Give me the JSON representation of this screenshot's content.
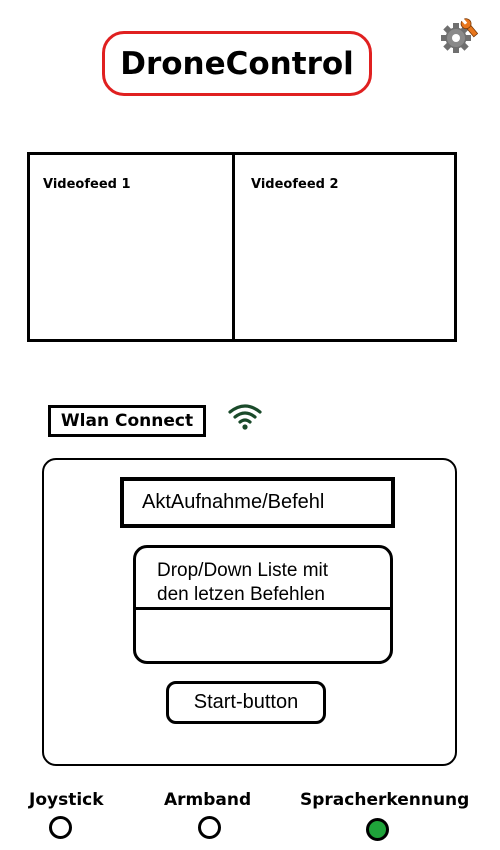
{
  "header": {
    "title": "DroneControl"
  },
  "icons": {
    "settings": "gear-icon",
    "wifi": "wifi-icon"
  },
  "video": {
    "feeds": [
      {
        "label": "Videofeed 1"
      },
      {
        "label": "Videofeed 2"
      }
    ]
  },
  "connection": {
    "wlan_label": "Wlan Connect"
  },
  "voice_panel": {
    "current_command_label": "AktAufnahme/Befehl",
    "history_label_line1": "Drop/Down Liste mit",
    "history_label_line2": "den letzen Befehlen",
    "start_label": "Start-button"
  },
  "input_modes": {
    "options": [
      {
        "label": "Joystick",
        "selected": false
      },
      {
        "label": "Armband",
        "selected": false
      },
      {
        "label": "Spracherkennung",
        "selected": true
      }
    ]
  },
  "colors": {
    "title_border": "#e02020",
    "selected_mode": "#1fa33a",
    "wifi": "#1a4a2a",
    "gear_body": "#6f6f6f",
    "gear_accent": "#e8761c"
  }
}
